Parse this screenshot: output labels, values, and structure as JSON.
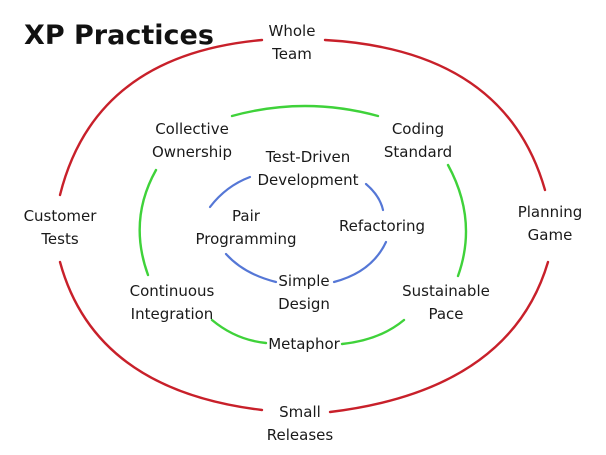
{
  "title": "XP Practices",
  "colors": {
    "outer_ring": "#c8202a",
    "middle_ring": "#3fd23a",
    "inner_ring": "#5577d6",
    "text": "#1a1a1a"
  },
  "rings": {
    "outer": [
      "Whole Team",
      "Planning Game",
      "Small Releases",
      "Customer Tests"
    ],
    "middle": [
      "Coding Standard",
      "Sustainable Pace",
      "Metaphor",
      "Continuous Integration",
      "Collective Ownership"
    ],
    "inner": [
      "Test-Driven Development",
      "Refactoring",
      "Simple Design",
      "Pair Programming"
    ]
  },
  "labels": {
    "whole_team": [
      "Whole",
      "Team"
    ],
    "planning_game": [
      "Planning",
      "Game"
    ],
    "small_releases": [
      "Small",
      "Releases"
    ],
    "customer_tests": [
      "Customer",
      "Tests"
    ],
    "collective_ownership": [
      "Collective",
      "Ownership"
    ],
    "coding_standard": [
      "Coding",
      "Standard"
    ],
    "continuous_integration": [
      "Continuous",
      "Integration"
    ],
    "sustainable_pace": [
      "Sustainable",
      "Pace"
    ],
    "metaphor": [
      "Metaphor"
    ],
    "test_driven": [
      "Test-Driven",
      "Development"
    ],
    "pair_programming": [
      "Pair",
      "Programming"
    ],
    "refactoring": [
      "Refactoring"
    ],
    "simple_design": [
      "Simple",
      "Design"
    ]
  }
}
